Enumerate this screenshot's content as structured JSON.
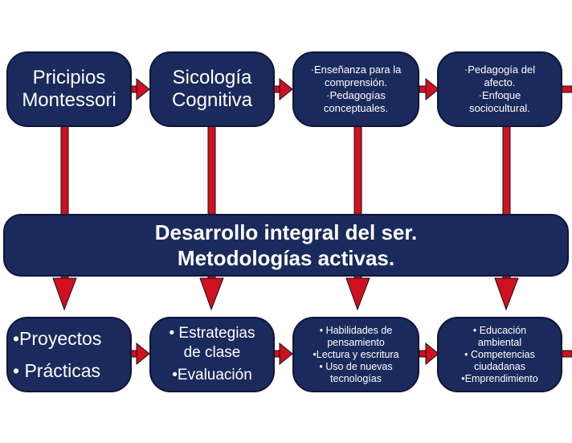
{
  "colors": {
    "box": "#1b2a5c",
    "border": "#0d1636",
    "arrow": "#d01020",
    "arrow_outline": "#111111"
  },
  "top": {
    "box1": {
      "line1": "Pricipios",
      "line2": "Montessori"
    },
    "box2": {
      "line1": "Sicología",
      "line2": "Cognitiva"
    },
    "box3": {
      "line1": "·Enseñanza para la",
      "line2": "comprensión.",
      "line3": "·Pedagogías",
      "line4": "conceptuales."
    },
    "box4": {
      "line1": "·Pedagogía del",
      "line2": "afecto.",
      "line3": "·Enfoque",
      "line4": "sociocultural."
    }
  },
  "banner": {
    "line1": "Desarrollo integral del ser.",
    "line2": "Metodologías activas."
  },
  "bottom": {
    "box1": {
      "line1": "•Proyectos",
      "line2": "• Prácticas"
    },
    "box2": {
      "line1": "• Estrategias",
      "line2": "de clase",
      "line3": "•Evaluación"
    },
    "box3": {
      "line1": "•  Habilidades de",
      "line2": "pensamiento",
      "line3": "•Lectura y escritura",
      "line4": "•  Uso de nuevas",
      "line5": "tecnologías"
    },
    "box4": {
      "line1": "•  Educación",
      "line2": "ambiental",
      "line3": "• Competencias",
      "line4": "ciudadanas",
      "line5": "•Emprendimiento"
    }
  }
}
